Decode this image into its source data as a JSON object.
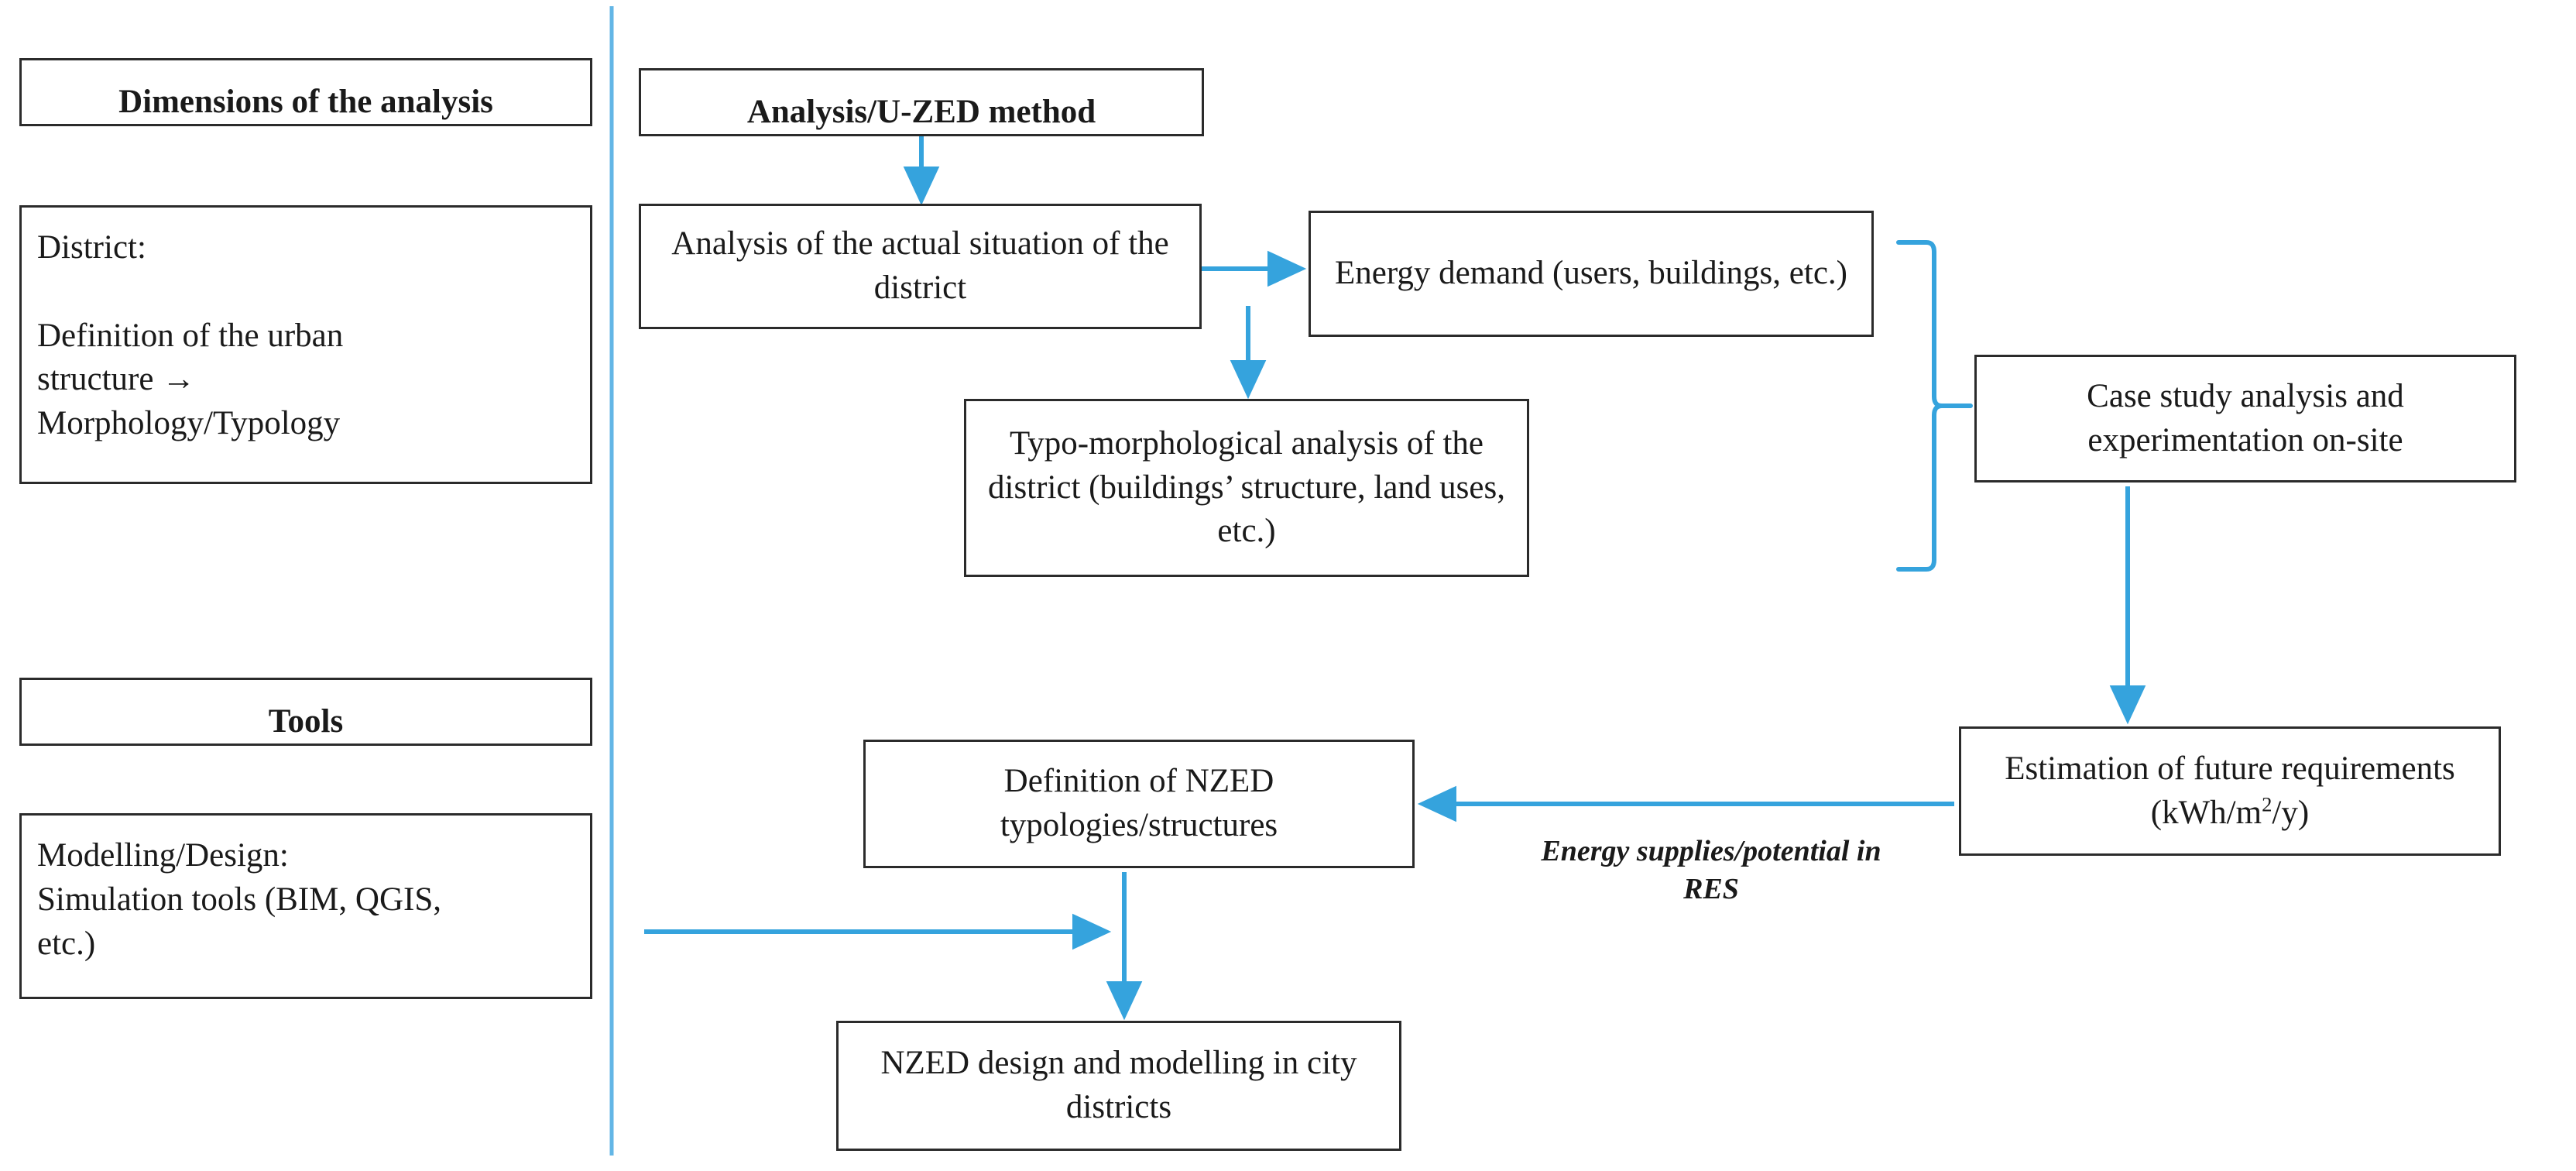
{
  "diagram": {
    "title": "Analysis/U-ZED method flow diagram",
    "accent_color": "#35a3dd",
    "box_border_color": "#2b2b2b",
    "background_color": "#ffffff"
  },
  "left_column": {
    "header_dimensions": "Dimensions of the analysis",
    "district_lines": [
      "District:",
      "",
      "Definition of the urban",
      "structure →",
      "Morphology/Typology"
    ],
    "header_tools": "Tools",
    "tools_lines": [
      "Modelling/Design:",
      "Simulation tools (BIM, QGIS,",
      "etc.)"
    ]
  },
  "flow": {
    "method_header": "Analysis/U-ZED method",
    "analysis_actual": "Analysis of the actual situation of the district",
    "energy_demand": "Energy demand (users, buildings, etc.)",
    "typo_morphological": "Typo-morphological analysis of the district (buildings’ structure, land uses, etc.)",
    "case_study": "Case study analysis and experimentation on-site",
    "estimation_prefix": "Estimation of future requirements (kWh/m",
    "estimation_sup": "2",
    "estimation_suffix": "/y)",
    "definition_nzed": "Definition of NZED typologies/structures",
    "nzed_design": "NZED design and modelling in city districts",
    "energy_supplies_caption": "Energy supplies/potential in RES"
  }
}
